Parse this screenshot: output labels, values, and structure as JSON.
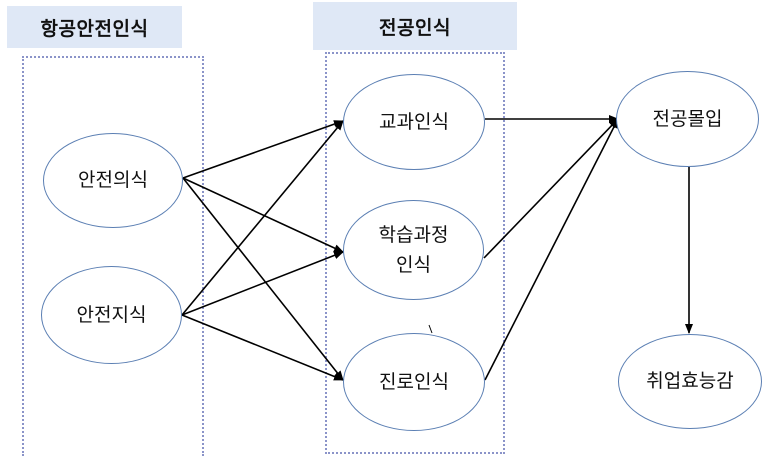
{
  "groups": {
    "left_header": "항공안전인식",
    "middle_header": "전공인식"
  },
  "nodes": {
    "safety_awareness": "안전의식",
    "safety_knowledge": "안전지식",
    "subject_awareness": "교과인식",
    "course_awareness": "학습과정\n인식",
    "career_awareness": "진로인식",
    "major_commitment": "전공몰입",
    "employment_efficacy": "취업효능감"
  },
  "edges": [
    [
      "safety_awareness",
      "subject_awareness"
    ],
    [
      "safety_awareness",
      "course_awareness"
    ],
    [
      "safety_awareness",
      "career_awareness"
    ],
    [
      "safety_knowledge",
      "subject_awareness"
    ],
    [
      "safety_knowledge",
      "course_awareness"
    ],
    [
      "safety_knowledge",
      "career_awareness"
    ],
    [
      "subject_awareness",
      "major_commitment"
    ],
    [
      "course_awareness",
      "major_commitment"
    ],
    [
      "career_awareness",
      "major_commitment"
    ],
    [
      "major_commitment",
      "employment_efficacy"
    ]
  ],
  "colors": {
    "header_bg": "#dfe8f6",
    "node_border": "#5b7fb3",
    "group_border": "#8b94c9",
    "arrow": "#000000"
  }
}
